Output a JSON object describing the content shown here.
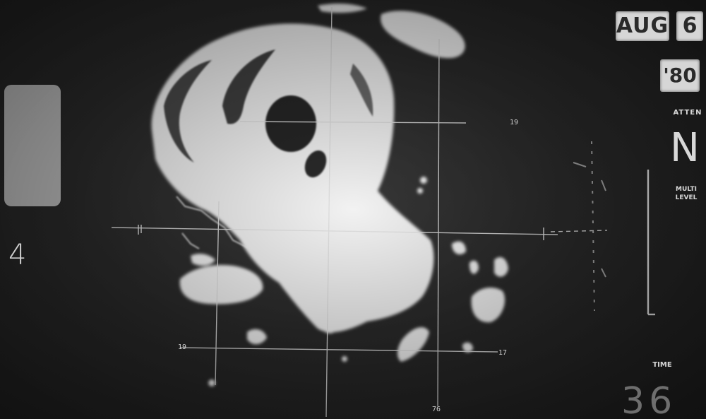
{
  "display": {
    "date_month": "AUG",
    "date_day": "6",
    "date_year": "'80",
    "atten_label": "ATTEN",
    "atten_value": "N",
    "multi_level_label_1": "MULTI",
    "multi_level_label_2": "LEVEL",
    "time_label": "TIME",
    "time_digits": "36",
    "scope_number": "4"
  },
  "grid_labels": {
    "lat_19_right": "19",
    "lat_17_right": "17",
    "lat_19_left": "19",
    "lon_76_bottom": "76"
  },
  "colors": {
    "echo": "#f2f2f2",
    "background": "#2a2a2a",
    "grid_line": "#d8d8d8",
    "badge": "#d6d6d6"
  }
}
